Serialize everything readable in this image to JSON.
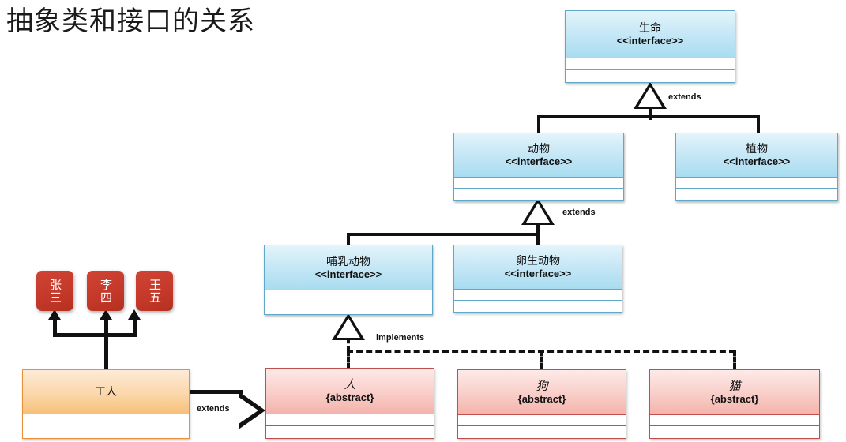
{
  "page": {
    "title": "抽象类和接口的关系",
    "stereotype_interface": "<<interface>>",
    "stereotype_abstract": "{abstract}"
  },
  "classes": {
    "life": {
      "name": "生命",
      "stereotype": "<<interface>>",
      "kind": "interface"
    },
    "animal": {
      "name": "动物",
      "stereotype": "<<interface>>",
      "kind": "interface"
    },
    "plant": {
      "name": "植物",
      "stereotype": "<<interface>>",
      "kind": "interface"
    },
    "mammal": {
      "name": "哺乳动物",
      "stereotype": "<<interface>>",
      "kind": "interface"
    },
    "oviparous": {
      "name": "卵生动物",
      "stereotype": "<<interface>>",
      "kind": "interface"
    },
    "human": {
      "name": "人",
      "stereotype": "{abstract}",
      "kind": "abstract"
    },
    "dog": {
      "name": "狗",
      "stereotype": "{abstract}",
      "kind": "abstract"
    },
    "cat": {
      "name": "猫",
      "stereotype": "{abstract}",
      "kind": "abstract"
    },
    "worker": {
      "name": "工人",
      "stereotype": "",
      "kind": "class"
    }
  },
  "objects": [
    {
      "name": "张三"
    },
    {
      "name": "李四"
    },
    {
      "name": "王五"
    }
  ],
  "relations": [
    {
      "id": "life-extends",
      "label": "extends",
      "type": "generalization",
      "from": [
        "动物",
        "植物"
      ],
      "to": "生命"
    },
    {
      "id": "animal-extends",
      "label": "extends",
      "type": "generalization",
      "from": [
        "哺乳动物",
        "卵生动物"
      ],
      "to": "动物"
    },
    {
      "id": "mammal-impl",
      "label": "implements",
      "type": "realization",
      "from": [
        "人",
        "狗",
        "猫"
      ],
      "to": "哺乳动物"
    },
    {
      "id": "worker-extends",
      "label": "extends",
      "type": "generalization",
      "from": [
        "工人"
      ],
      "to": "人"
    }
  ],
  "colors": {
    "interface_border": "#5ea8c8",
    "interface_fill": "#a8dcf0",
    "abstract_border": "#c0504d",
    "abstract_fill": "#f4b3ac",
    "class_border": "#e8913a",
    "class_fill": "#f7c078",
    "object_fill": "#c63a2c",
    "line": "#111111"
  }
}
